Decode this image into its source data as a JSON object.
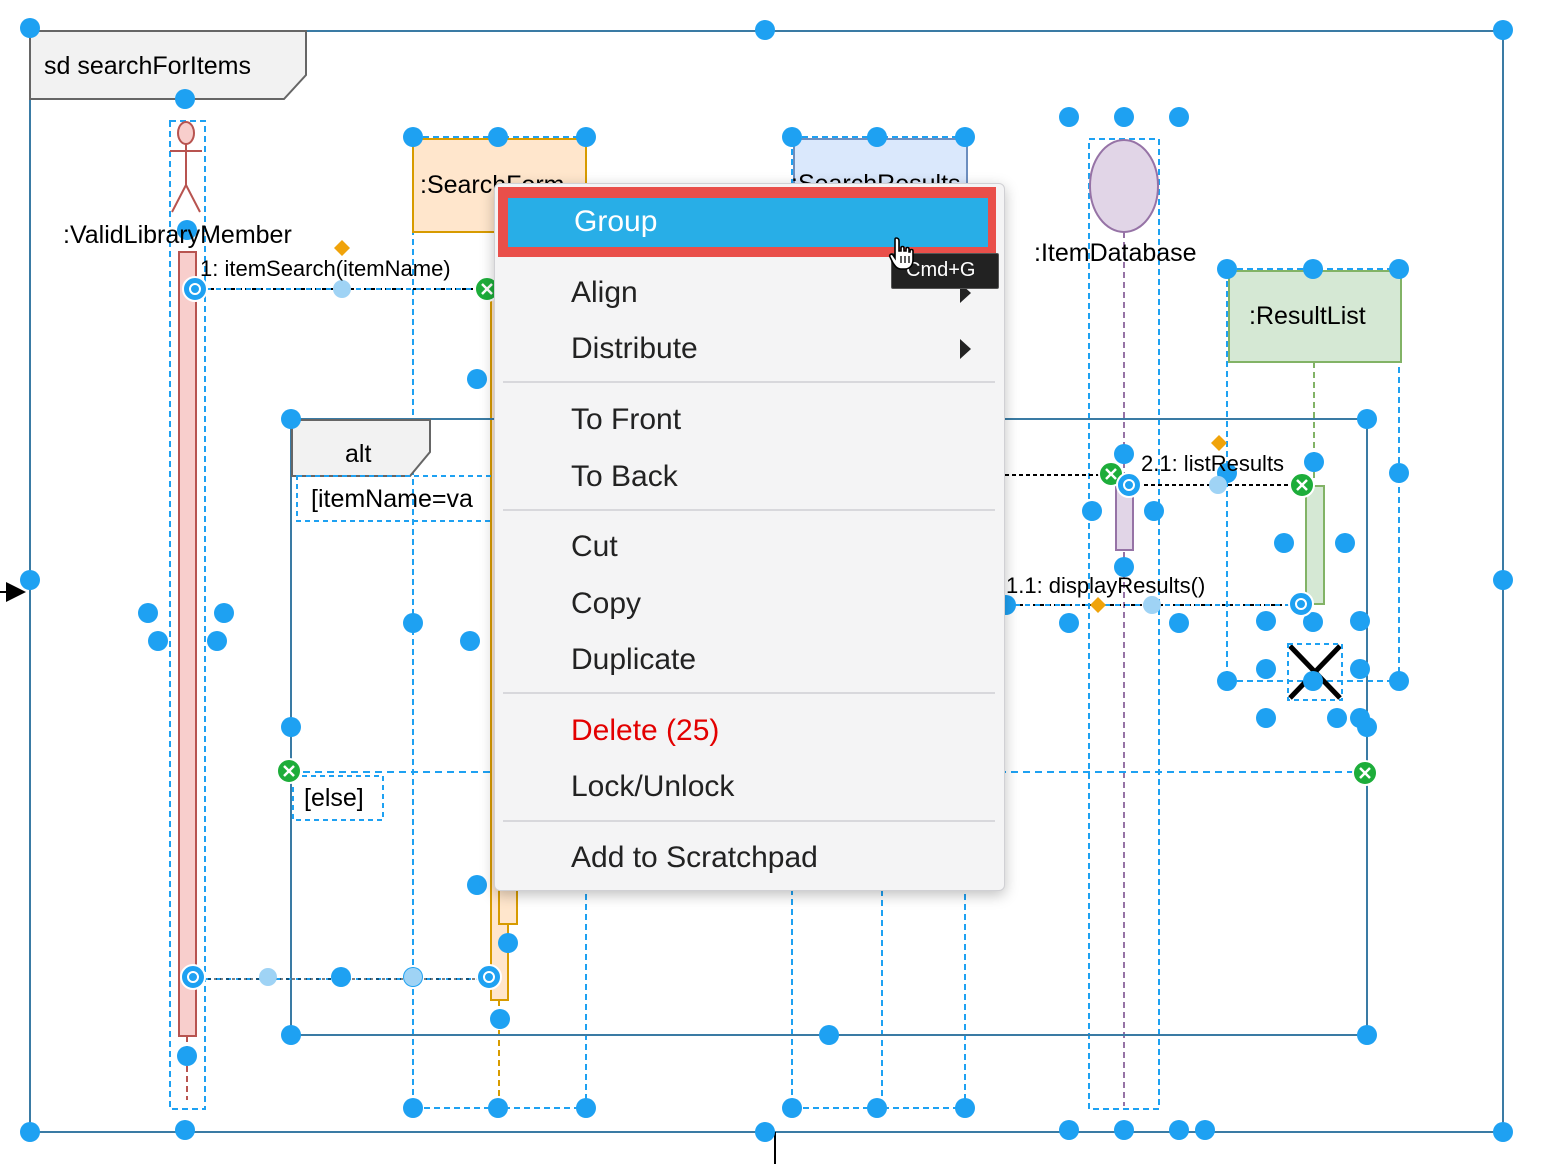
{
  "diagram": {
    "frame_label": "sd searchForItems",
    "lifelines": {
      "actor": ":ValidLibraryMember",
      "search_form": ":SearchForm",
      "search_results": ":SearchResults",
      "item_database": ":ItemDatabase",
      "result_list": ":ResultList"
    },
    "messages": {
      "m1": "1: itemSearch(itemName)",
      "m11": "1.1: displayResults()",
      "m21": "2.1: listResults"
    },
    "fragment": {
      "operator": "alt",
      "guard1": "[itemName=va",
      "guard2": "[else]"
    },
    "colors": {
      "selection": "#1ea1f2",
      "connector_green": "#1dad3a",
      "actor": "#b85450",
      "search_form_fill": "#ffe6cc",
      "search_results_fill": "#dae8fc",
      "item_database_fill": "#e1d5e7",
      "result_list_fill": "#d5e8d4"
    }
  },
  "context_menu": {
    "items": [
      {
        "label": "Group",
        "highlighted": true
      },
      {
        "label": "Align",
        "submenu": true
      },
      {
        "label": "Distribute",
        "submenu": true
      },
      {
        "label": "To Front"
      },
      {
        "label": "To Back"
      },
      {
        "label": "Cut"
      },
      {
        "label": "Copy"
      },
      {
        "label": "Duplicate"
      },
      {
        "label": "Delete (25)",
        "danger": true
      },
      {
        "label": "Lock/Unlock"
      },
      {
        "label": "Add to Scratchpad"
      }
    ],
    "shortcut_tooltip": "Cmd+G"
  }
}
